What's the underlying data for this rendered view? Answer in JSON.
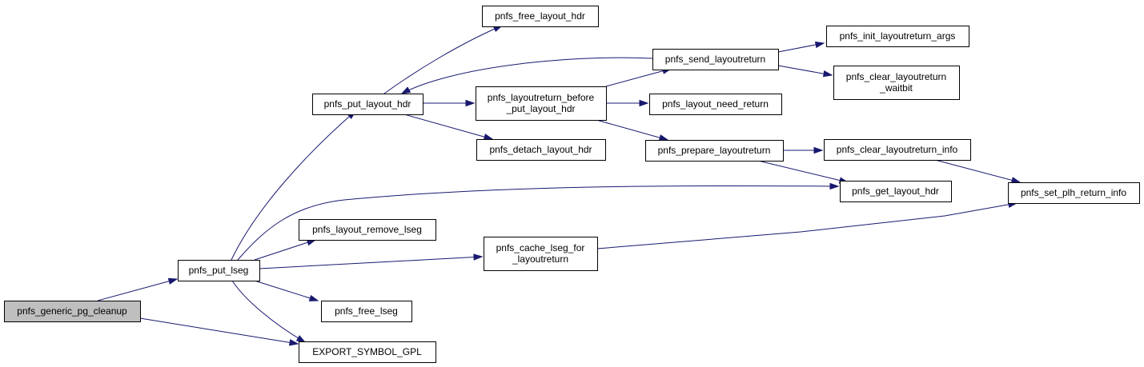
{
  "diagram": {
    "nodes": [
      {
        "id": "pnfs_generic_pg_cleanup",
        "lines": [
          "pnfs_generic_pg_cleanup"
        ],
        "root": true
      },
      {
        "id": "pnfs_put_lseg",
        "lines": [
          "pnfs_put_lseg"
        ]
      },
      {
        "id": "EXPORT_SYMBOL_GPL",
        "lines": [
          "EXPORT_SYMBOL_GPL"
        ]
      },
      {
        "id": "pnfs_put_layout_hdr",
        "lines": [
          "pnfs_put_layout_hdr"
        ]
      },
      {
        "id": "pnfs_layout_remove_lseg",
        "lines": [
          "pnfs_layout_remove_lseg"
        ]
      },
      {
        "id": "pnfs_cache_lseg_for_layoutreturn",
        "lines": [
          "pnfs_cache_lseg_for",
          "_layoutreturn"
        ]
      },
      {
        "id": "pnfs_free_lseg",
        "lines": [
          "pnfs_free_lseg"
        ]
      },
      {
        "id": "pnfs_get_layout_hdr",
        "lines": [
          "pnfs_get_layout_hdr"
        ]
      },
      {
        "id": "pnfs_free_layout_hdr",
        "lines": [
          "pnfs_free_layout_hdr"
        ]
      },
      {
        "id": "pnfs_layoutreturn_before_put_layout_hdr",
        "lines": [
          "pnfs_layoutreturn_before",
          "_put_layout_hdr"
        ]
      },
      {
        "id": "pnfs_detach_layout_hdr",
        "lines": [
          "pnfs_detach_layout_hdr"
        ]
      },
      {
        "id": "pnfs_send_layoutreturn",
        "lines": [
          "pnfs_send_layoutreturn"
        ]
      },
      {
        "id": "pnfs_layout_need_return",
        "lines": [
          "pnfs_layout_need_return"
        ]
      },
      {
        "id": "pnfs_prepare_layoutreturn",
        "lines": [
          "pnfs_prepare_layoutreturn"
        ]
      },
      {
        "id": "pnfs_init_layoutreturn_args",
        "lines": [
          "pnfs_init_layoutreturn_args"
        ]
      },
      {
        "id": "pnfs_clear_layoutreturn_waitbit",
        "lines": [
          "pnfs_clear_layoutreturn",
          "_waitbit"
        ]
      },
      {
        "id": "pnfs_clear_layoutreturn_info",
        "lines": [
          "pnfs_clear_layoutreturn_info"
        ]
      },
      {
        "id": "pnfs_set_plh_return_info",
        "lines": [
          "pnfs_set_plh_return_info"
        ]
      }
    ],
    "edges": [
      {
        "from": "pnfs_generic_pg_cleanup",
        "to": "pnfs_put_lseg"
      },
      {
        "from": "pnfs_generic_pg_cleanup",
        "to": "EXPORT_SYMBOL_GPL"
      },
      {
        "from": "pnfs_put_lseg",
        "to": "pnfs_put_layout_hdr"
      },
      {
        "from": "pnfs_put_lseg",
        "to": "pnfs_get_layout_hdr"
      },
      {
        "from": "pnfs_put_lseg",
        "to": "pnfs_layout_remove_lseg"
      },
      {
        "from": "pnfs_put_lseg",
        "to": "pnfs_cache_lseg_for_layoutreturn"
      },
      {
        "from": "pnfs_put_lseg",
        "to": "pnfs_free_lseg"
      },
      {
        "from": "pnfs_put_lseg",
        "to": "EXPORT_SYMBOL_GPL"
      },
      {
        "from": "pnfs_put_layout_hdr",
        "to": "pnfs_free_layout_hdr"
      },
      {
        "from": "pnfs_put_layout_hdr",
        "to": "pnfs_layoutreturn_before_put_layout_hdr"
      },
      {
        "from": "pnfs_put_layout_hdr",
        "to": "pnfs_detach_layout_hdr"
      },
      {
        "from": "pnfs_layoutreturn_before_put_layout_hdr",
        "to": "pnfs_send_layoutreturn"
      },
      {
        "from": "pnfs_layoutreturn_before_put_layout_hdr",
        "to": "pnfs_layout_need_return"
      },
      {
        "from": "pnfs_layoutreturn_before_put_layout_hdr",
        "to": "pnfs_prepare_layoutreturn"
      },
      {
        "from": "pnfs_send_layoutreturn",
        "to": "pnfs_put_layout_hdr"
      },
      {
        "from": "pnfs_send_layoutreturn",
        "to": "pnfs_init_layoutreturn_args"
      },
      {
        "from": "pnfs_send_layoutreturn",
        "to": "pnfs_clear_layoutreturn_waitbit"
      },
      {
        "from": "pnfs_prepare_layoutreturn",
        "to": "pnfs_clear_layoutreturn_info"
      },
      {
        "from": "pnfs_prepare_layoutreturn",
        "to": "pnfs_get_layout_hdr"
      },
      {
        "from": "pnfs_clear_layoutreturn_info",
        "to": "pnfs_set_plh_return_info"
      },
      {
        "from": "pnfs_cache_lseg_for_layoutreturn",
        "to": "pnfs_set_plh_return_info"
      }
    ],
    "colors": {
      "edge": "#191970",
      "node_border": "#000000",
      "node_fill": "#ffffff",
      "root_fill": "#bfbfbf"
    }
  }
}
